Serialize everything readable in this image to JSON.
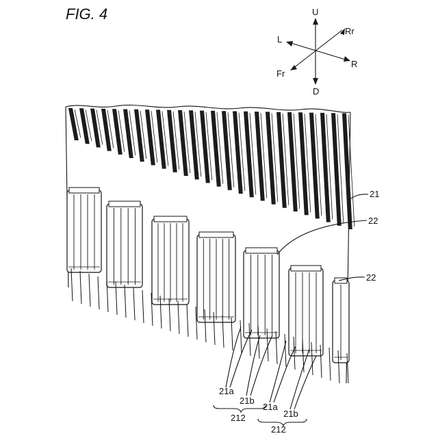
{
  "figure": {
    "title": "FIG. 4"
  },
  "compass": {
    "up": "U",
    "down": "D",
    "left": "L",
    "right": "R",
    "rear": "Rr",
    "front": "Fr"
  },
  "labels": {
    "ref_21": "21",
    "ref_22_upper": "22",
    "ref_22_lower": "22",
    "ref_21a_left": "21a",
    "ref_21b_left": "21b",
    "ref_212_left": "212",
    "ref_21a_right": "21a",
    "ref_21b_right": "21b",
    "ref_212_right": "212"
  }
}
